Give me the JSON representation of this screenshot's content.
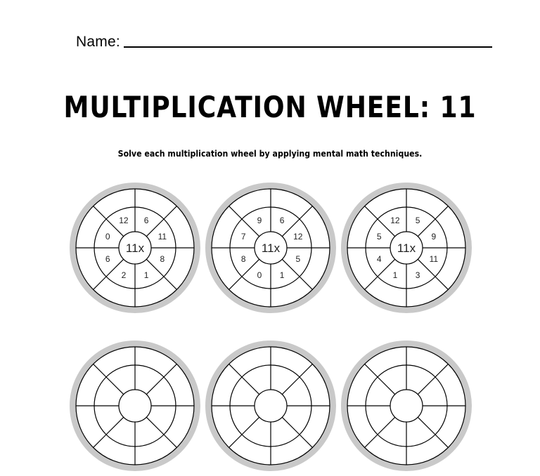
{
  "worksheet": {
    "name_label": "Name:",
    "title": "MULTIPLICATION WHEEL: 11",
    "instructions": "Solve each multiplication wheel by applying mental math techniques."
  },
  "colors": {
    "ring": "#c9c9c9",
    "lines": "#000000"
  },
  "wheels": [
    {
      "center": "11x",
      "numbers": [
        "12",
        "6",
        "11",
        "8",
        "1",
        "2",
        "6",
        "0"
      ]
    },
    {
      "center": "11x",
      "numbers": [
        "9",
        "6",
        "12",
        "5",
        "1",
        "0",
        "8",
        "7"
      ]
    },
    {
      "center": "11x",
      "numbers": [
        "12",
        "5",
        "9",
        "11",
        "3",
        "1",
        "4",
        "5"
      ]
    },
    {
      "center": "",
      "numbers": []
    },
    {
      "center": "",
      "numbers": []
    },
    {
      "center": "",
      "numbers": []
    }
  ]
}
